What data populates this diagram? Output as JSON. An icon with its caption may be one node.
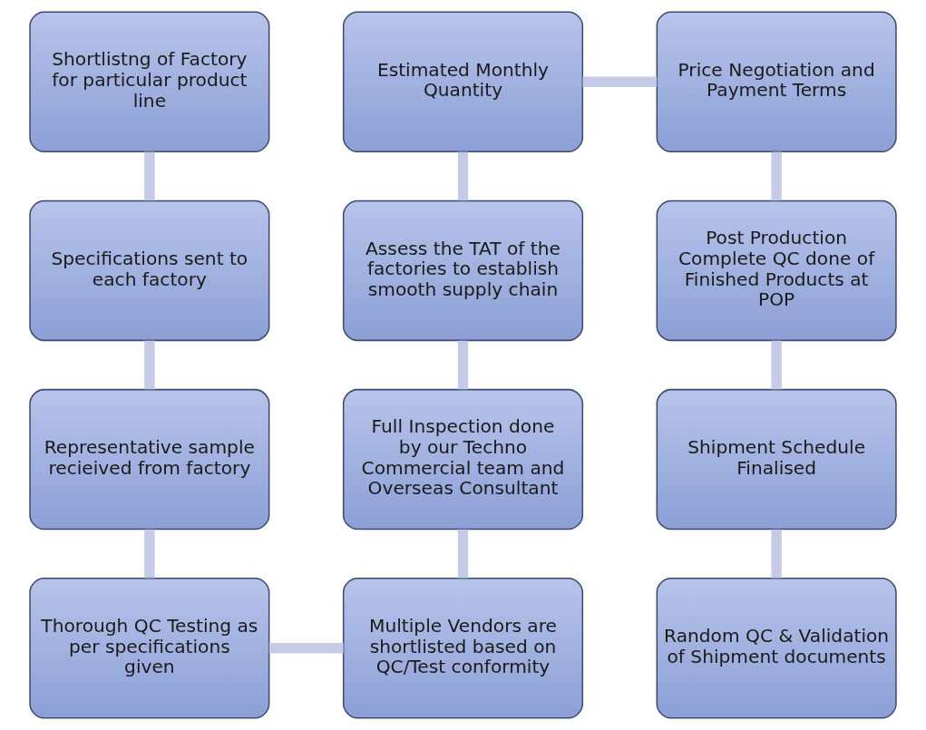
{
  "diagram": {
    "nodes": [
      {
        "text": [
          "Shortlistng of Factory for particular product line"
        ]
      },
      {
        "text": [
          "Estimated Monthly Quantity"
        ]
      },
      {
        "text": [
          "Price Negotiation and Payment Terms"
        ]
      },
      {
        "text": [
          "Specifications sent to each factory"
        ]
      },
      {
        "text": [
          "Assess the TAT of the factories to establish smooth supply chain"
        ]
      },
      {
        "text": [
          "Post Production Complete QC done of Finished Products at POP"
        ]
      },
      {
        "text": [
          "Representative sample recieived from factory"
        ]
      },
      {
        "text": [
          "Full Inspection done by our Techno Commercial team and Overseas Consultant"
        ]
      },
      {
        "text": [
          "Shipment Schedule Finalised"
        ]
      },
      {
        "text": [
          "Thorough QC Testing as per specifications given"
        ]
      },
      {
        "text": [
          "Multiple Vendors are shortlisted based on QC/Test conformity"
        ]
      },
      {
        "text": [
          "Random QC & Validation of Shipment documents"
        ]
      }
    ],
    "edges": [
      {
        "from": 0,
        "to": 3,
        "arrow": "none"
      },
      {
        "from": 3,
        "to": 6,
        "arrow": "none"
      },
      {
        "from": 6,
        "to": 9,
        "arrow": "none"
      },
      {
        "from": 9,
        "to": 10,
        "arrow": "none"
      },
      {
        "from": 10,
        "to": 7,
        "arrow": "none"
      },
      {
        "from": 7,
        "to": 4,
        "arrow": "none"
      },
      {
        "from": 4,
        "to": 1,
        "arrow": "none"
      },
      {
        "from": 1,
        "to": 2,
        "arrow": "none"
      },
      {
        "from": 2,
        "to": 5,
        "arrow": "none"
      },
      {
        "from": 5,
        "to": 8,
        "arrow": "none"
      },
      {
        "from": 8,
        "to": 11,
        "arrow": "none"
      }
    ]
  }
}
